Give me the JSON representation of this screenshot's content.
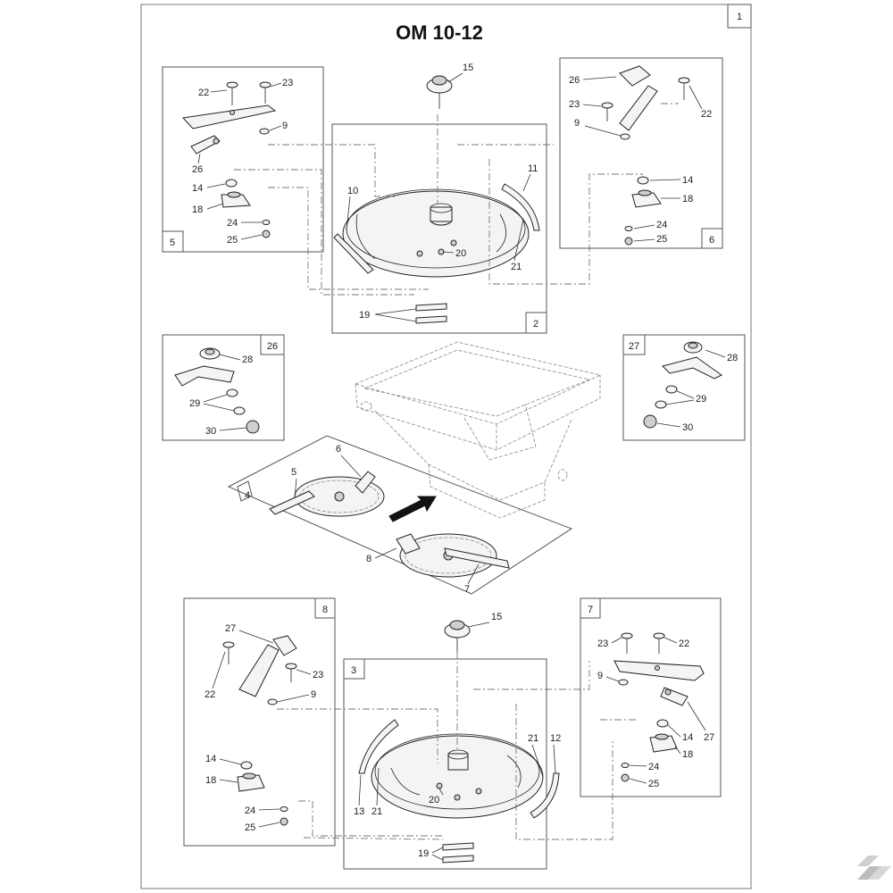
{
  "title": "OM 10-12",
  "page_number": "1",
  "view_labels": {
    "v2": "2",
    "v3": "3",
    "v4": "4",
    "v5": "5",
    "v6": "6",
    "v7": "7",
    "v8": "8",
    "v26": "26",
    "v27": "27"
  },
  "callouts": {
    "c1_15": "15",
    "c1_10": "10",
    "c1_11": "11",
    "c1_20": "20",
    "c1_21": "21",
    "c1_19": "19",
    "c5_22": "22",
    "c5_23": "23",
    "c5_9": "9",
    "c5_26": "26",
    "c5_14": "14",
    "c5_18": "18",
    "c5_24": "24",
    "c5_25": "25",
    "c6_26": "26",
    "c6_22": "22",
    "c6_23": "23",
    "c6_9": "9",
    "c6_14": "14",
    "c6_18": "18",
    "c6_24": "24",
    "c6_25": "25",
    "c26_28": "28",
    "c26_29": "29",
    "c26_30": "30",
    "c27_28": "28",
    "c27_29": "29",
    "c27_30": "30",
    "c4_5": "5",
    "c4_6": "6",
    "c4_7": "7",
    "c4_8": "8",
    "c8_27": "27",
    "c8_22": "22",
    "c8_23": "23",
    "c8_9": "9",
    "c8_14": "14",
    "c8_18": "18",
    "c8_24": "24",
    "c8_25": "25",
    "c2_15": "15",
    "c2_21a": "21",
    "c2_12": "12",
    "c2_20": "20",
    "c2_13": "13",
    "c2_21b": "21",
    "c2_19": "19",
    "c7_23": "23",
    "c7_22": "22",
    "c7_9": "9",
    "c7_14": "14",
    "c7_27": "27",
    "c7_18": "18",
    "c7_24": "24",
    "c7_25": "25"
  }
}
